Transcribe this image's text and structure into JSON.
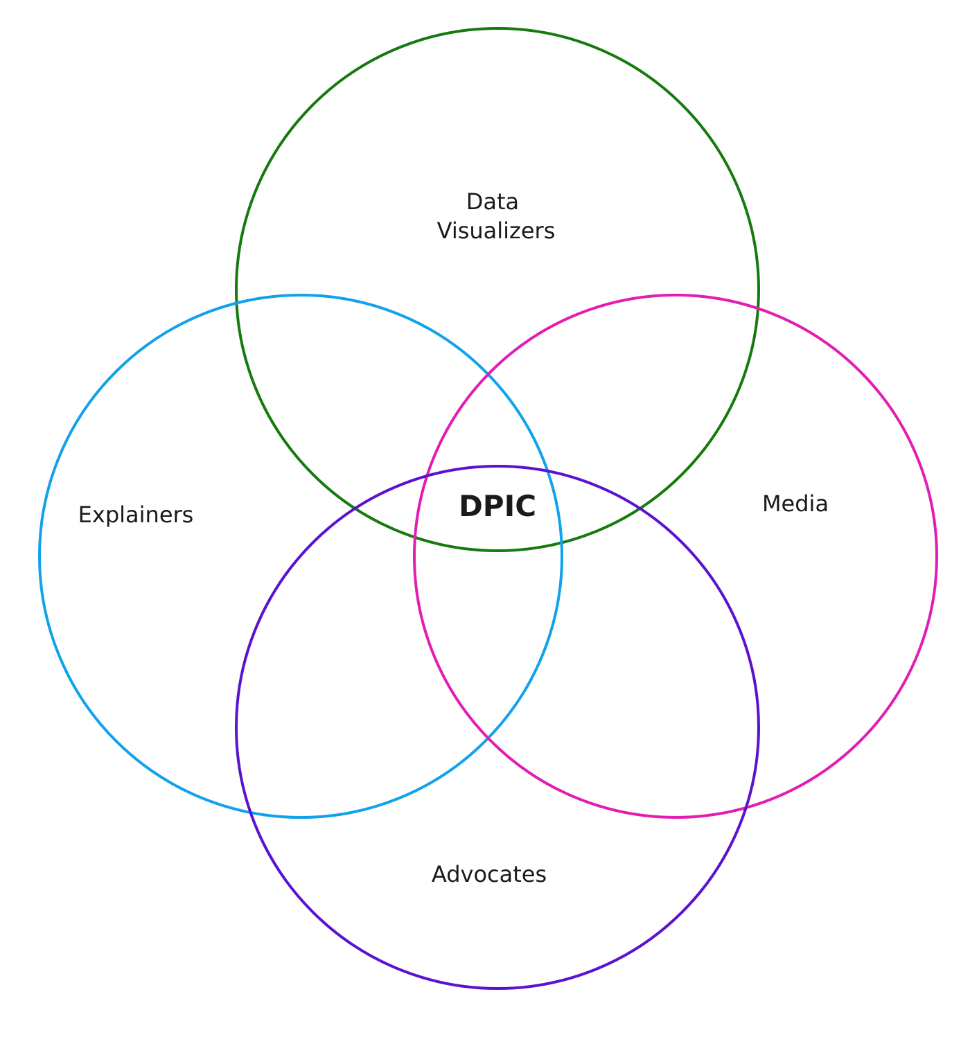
{
  "diagram": {
    "center_label": "DPIC",
    "sets": [
      {
        "id": "data-visualizers",
        "label_lines": [
          "Data",
          "Visualizers"
        ],
        "color": "#177a0e"
      },
      {
        "id": "explainers",
        "label_lines": [
          "Explainers"
        ],
        "color": "#12a2ec"
      },
      {
        "id": "media",
        "label_lines": [
          "Media"
        ],
        "color": "#e31db2"
      },
      {
        "id": "advocates",
        "label_lines": [
          "Advocates"
        ],
        "color": "#5a12d0"
      }
    ]
  }
}
